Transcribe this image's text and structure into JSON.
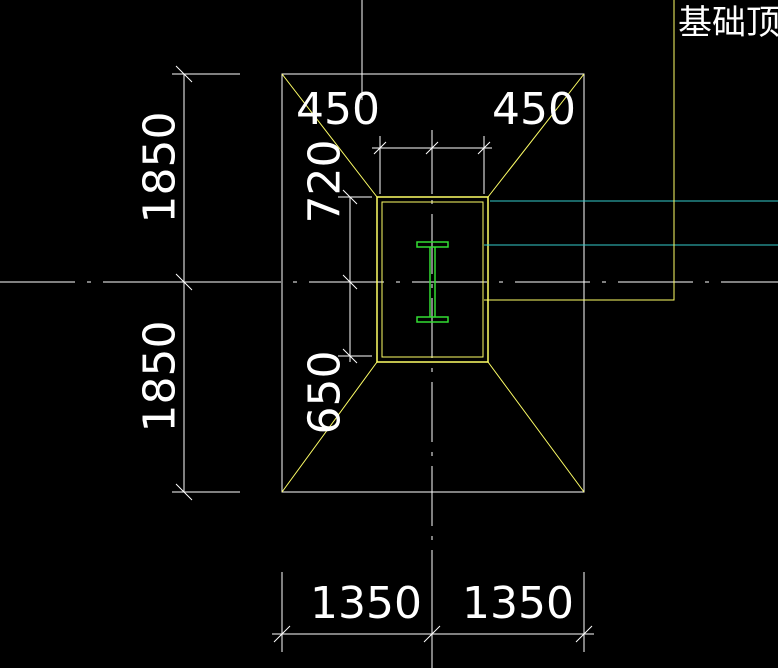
{
  "drawing": {
    "background": "#000000",
    "colors": {
      "dimension": "#ffffff",
      "outline": "#ffff66",
      "column": "#33dd33",
      "leader_cyan": "#33cccc",
      "leader_yellow": "#ffff66"
    },
    "dimensions": {
      "top_left": "450",
      "top_right": "450",
      "left_top": "1850",
      "left_bottom": "1850",
      "inner_top": "720",
      "inner_bottom": "650",
      "bottom_left": "1350",
      "bottom_right": "1350"
    },
    "tag": {
      "label": "基础顶~"
    },
    "icons": {
      "column": "steel-i-beam-icon"
    }
  }
}
